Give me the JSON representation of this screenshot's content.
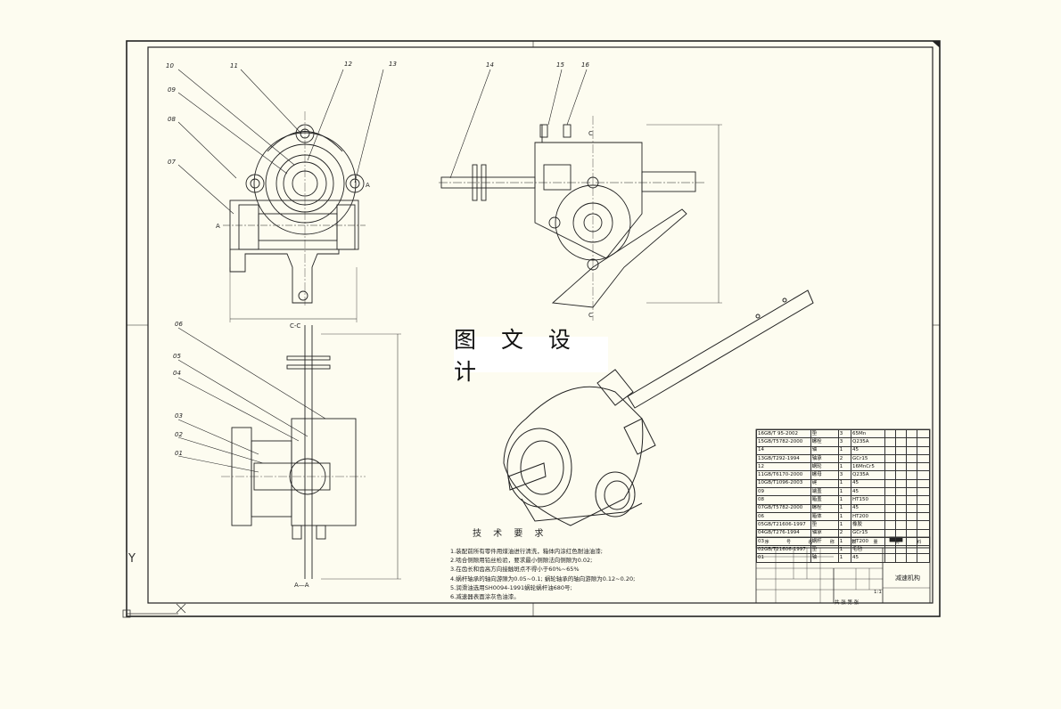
{
  "watermark": "图 文 设 计",
  "part_callouts": [
    "10",
    "11",
    "12",
    "13",
    "09",
    "08",
    "07",
    "14",
    "15",
    "16",
    "06",
    "05",
    "04",
    "03",
    "02",
    "01"
  ],
  "view_labels": {
    "section_cc": "C-C",
    "section_aa": "A—A",
    "mark_a": "A",
    "mark_c": "C"
  },
  "tech_requirements": {
    "title": "技 术 要 求",
    "items": [
      "1.装配前所有零件用煤油进行清洗，箱体内涂红色耐油油漆;",
      "2.啮合侧隙用铅丝检验，要求最小侧隙法向侧隙为0.02;",
      "3.在齿长和齿高方向接触斑点不得小于60%~65%",
      "4.蜗杆轴承的轴向游隙为0.05~0.1; 蜗轮轴承的轴向游隙为0.12~0.20;",
      "5.润滑油选用SH0094-1991蜗轮蜗杆油680号;",
      "6.减速器表面涂灰色油漆。"
    ]
  },
  "bom": [
    [
      "16GB/T 95-2002",
      "垫",
      "3",
      "65Mn"
    ],
    [
      "15GB/T5782-2000",
      "螺栓",
      "3",
      "Q235A"
    ],
    [
      "14",
      "轴",
      "1",
      "45"
    ],
    [
      "13GB/T292-1994",
      "轴承",
      "2",
      "GCr15"
    ],
    [
      "12",
      "蜗轮",
      "1",
      "16MnCr5"
    ],
    [
      "11GB/T6170-2000",
      "螺母",
      "3",
      "Q235A"
    ],
    [
      "10GB/T1096-2003",
      "键",
      "1",
      "45"
    ],
    [
      "09",
      "端盖",
      "1",
      "45"
    ],
    [
      "08",
      "箱盖",
      "1",
      "HT150"
    ],
    [
      "07GB/T5782-2000",
      "螺栓",
      "1",
      "45"
    ],
    [
      "06",
      "箱体",
      "1",
      "HT200"
    ],
    [
      "05GB/T21606-1997",
      "垫",
      "1",
      "橡胶"
    ],
    [
      "04GB/T276-1994",
      "轴承",
      "2",
      "GCr15"
    ],
    [
      "03",
      "蜗杆",
      "1",
      "HT200"
    ],
    [
      "02GB/T21606-1997",
      "垫",
      "1",
      "毛毡"
    ],
    [
      "01",
      "轴",
      "1",
      "45"
    ]
  ],
  "bom_header": [
    "序",
    "号",
    "名",
    "称",
    "数",
    "量",
    "材",
    "料"
  ],
  "title_block": {
    "name": "减速机构",
    "sheet": "共 张 第 张",
    "scale": "1:1"
  },
  "ucs": {
    "y": "Y",
    "x": "X"
  }
}
